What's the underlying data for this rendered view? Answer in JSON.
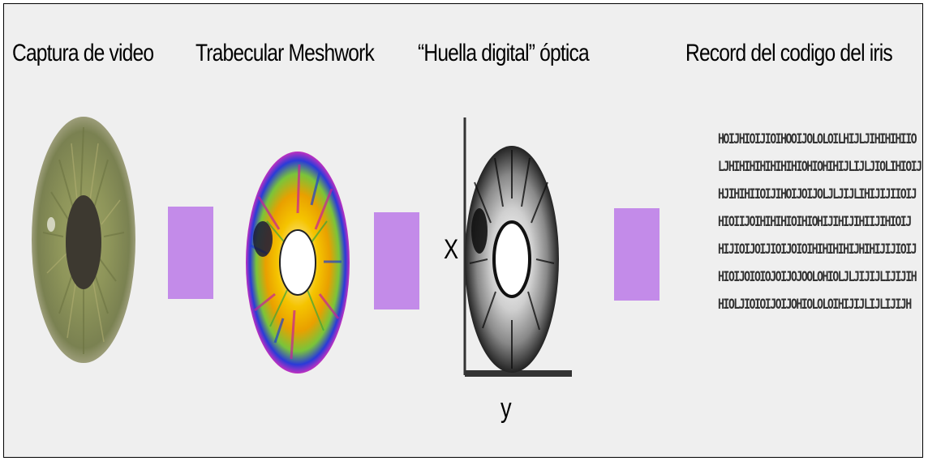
{
  "steps": [
    {
      "label": "Captura de video",
      "image": "eye-photo"
    },
    {
      "label": "Trabecular Meshwork",
      "image": "colored-iris-ring"
    },
    {
      "label": "“Huella digital” óptica",
      "image": "bw-iris-on-axes"
    },
    {
      "label": "Record del codigo del iris",
      "image": "code-text-block"
    }
  ],
  "axes": {
    "x_label": "X",
    "y_label": "y"
  },
  "colors": {
    "connector": "#c38be9",
    "background": "#efefef"
  },
  "iris_code_lines": [
    "HOIJHIOIJIOIHOOIJOLOLOILHIJLJIHIHIHIIO",
    "LJHIHIHIHIHIHIHIOHIOHIHIJLIJLJIOLIHIOIJ",
    "HJIHIHIIOIJIHOIJOIJOLJLJIJLIHIJIJIIOIJ",
    "HIOIIJOIHIHIHIOIHIOHIJIHIJIHIIJIHIOIJ",
    "HIJIOIJOIJIOIJOIOIHIHIHIHIJHIHIJIJIOIJ",
    "HIOIJOIOIOJOIJOJOOLOHIOLJLJIJIJLIJIJIH",
    "HIOLJIOIOIJOIJOHIOLOLOIHIJIJLIJLIJIJH"
  ]
}
